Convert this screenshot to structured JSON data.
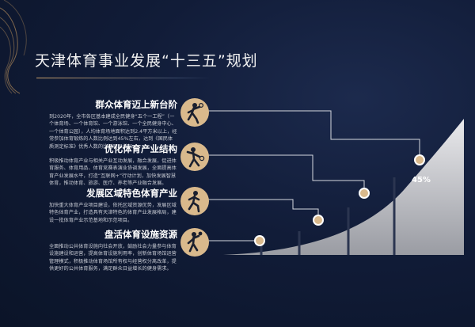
{
  "title": "天津体育事业发展“十三五”规划",
  "percent": "45%",
  "sections": [
    {
      "heading": "群众体育迈上新台阶",
      "icon": "tennis-player-icon",
      "text": "到2020年，全市各区基本建成全民健身“五个一工程”（一个体育场、一个体育馆、一个游泳馆、一个全民健身中心、一个体育公园），人均体育场地面积达到2.4平方米以上，经常参加体育锻炼的人数比例达到45%左右，达到《国民体质测定标准》优秀人数的比例明显增加。"
    },
    {
      "heading": "优化体育产业结构",
      "icon": "badminton-player-icon",
      "text": "积极推动体育产业与相关产业互动发展，融合发展，促进体育服务、体育用品、体育竞赛表演业协调发展，全面提高体育产业发展水平，打造“互联网+”行动计划，加快发展智慧体育，推动体育、旅游、医疗、养老等产业融合发展。"
    },
    {
      "heading": "发展区域特色体育产业",
      "icon": "runner-icon",
      "text": "加快重大体育产业项目建设，依托区域资源优势，发展区域特色体育产业，打造具有天津特色的体育产业发展格局，建设一批体育产业示范基地和示范项目。"
    },
    {
      "heading": "盘活体育设施资源",
      "icon": "ball-player-icon",
      "text": "全面推动公共体育设施向社会开放，鼓励社会力量参与体育设施建设和运营，提高体育设施利用率，创新体育场馆运营管理模式，积极推动体育场馆所有权与经营权分离改革，提供更好的公共体育服务，满足群众日益增长的健身需求。"
    }
  ]
}
